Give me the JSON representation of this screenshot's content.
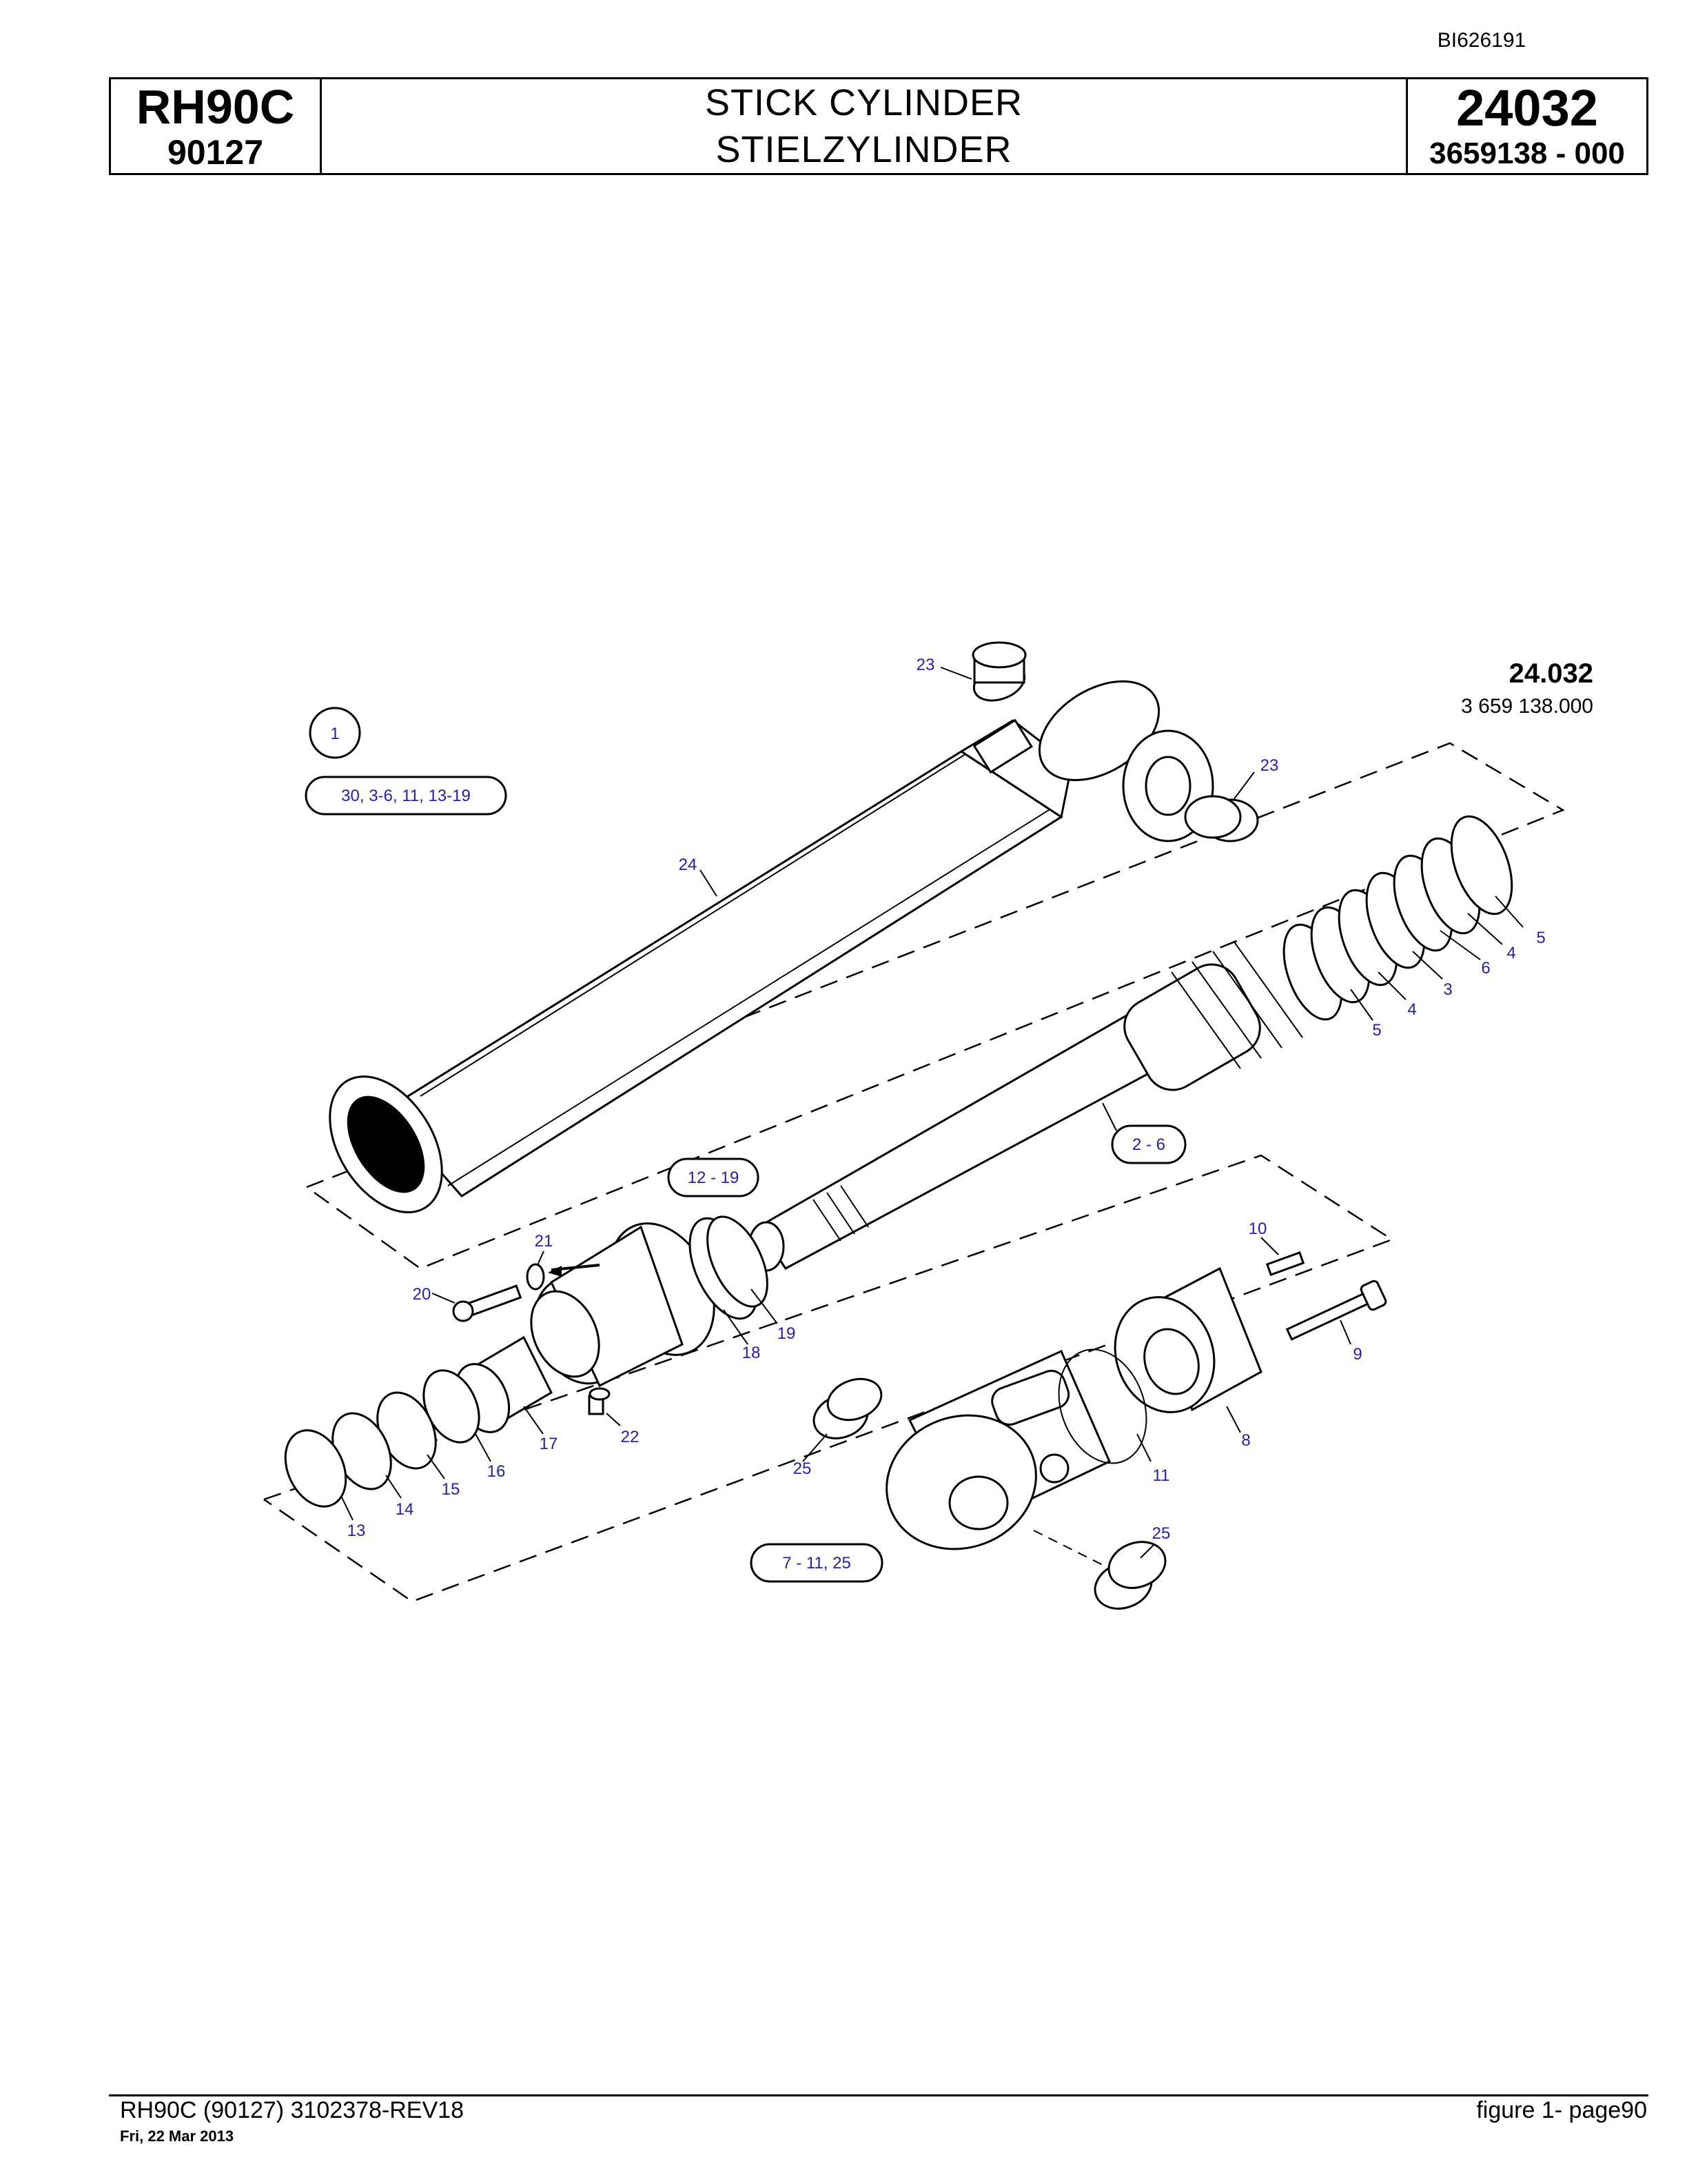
{
  "doc_id": "BI626191",
  "header": {
    "model": "RH90C",
    "serial": "90127",
    "title_en": "STICK CYLINDER",
    "title_de": "STIELZYLINDER",
    "figure_no": "24032",
    "part_no": "3659138  - 000"
  },
  "drawing": {
    "ref_no": "24.032",
    "ref_sub": "3 659 138.000",
    "assembly_item": "1",
    "groups": {
      "main": "30, 3-6, 11, 13-19",
      "g_12_19": "12 - 19",
      "g_2_6": "2 - 6",
      "g_7_11": "7 - 11, 25"
    },
    "callouts": {
      "c23a": "23",
      "c23b": "23",
      "c24": "24",
      "c5a": "5",
      "c4a": "4",
      "c6": "6",
      "c3": "3",
      "c4b": "4",
      "c5b": "5",
      "c21": "21",
      "c20": "20",
      "c19": "19",
      "c18": "18",
      "c17": "17",
      "c22": "22",
      "c16": "16",
      "c15": "15",
      "c14": "14",
      "c13": "13",
      "c10": "10",
      "c9": "9",
      "c8": "8",
      "c11": "11",
      "c25a": "25",
      "c25b": "25"
    }
  },
  "footer": {
    "left": "RH90C (90127) 3102378-REV18",
    "date": "Fri, 22 Mar 2013",
    "right": "figure  1- page90"
  }
}
